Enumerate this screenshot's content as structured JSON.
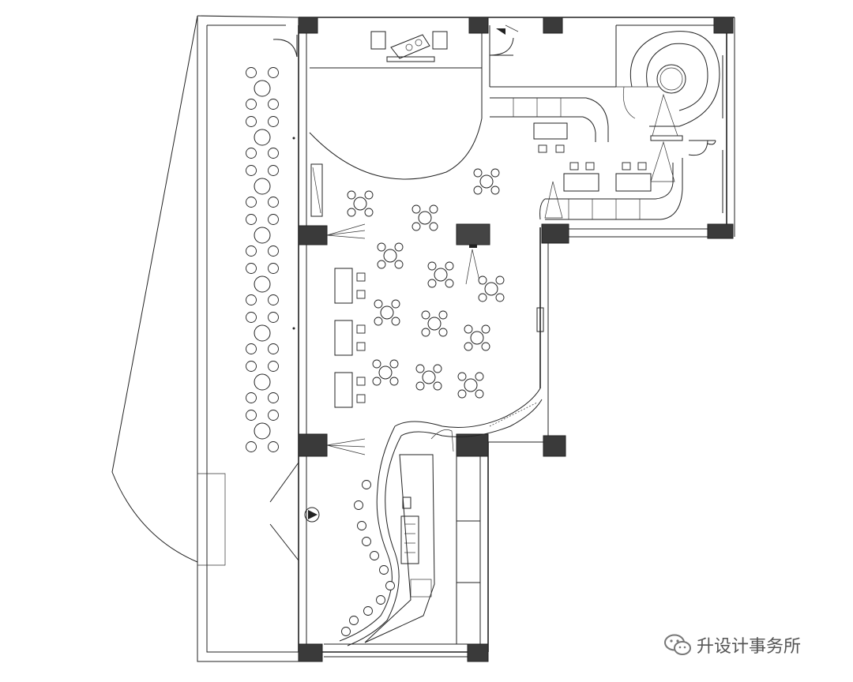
{
  "diagram": {
    "type": "architectural-floor-plan",
    "elements": [
      "entrance-doors",
      "exterior-terrace-tables",
      "dining-tables",
      "curved-bar-counter",
      "dj-booth",
      "spiral-stair",
      "kitchen-counter",
      "structural-columns"
    ]
  },
  "watermark": {
    "text": "升设计事务所",
    "icon": "wechat-icon"
  },
  "colors": {
    "line": "#222222",
    "column_fill": "#3a3a3a",
    "background": "#ffffff",
    "watermark": "#555555"
  }
}
